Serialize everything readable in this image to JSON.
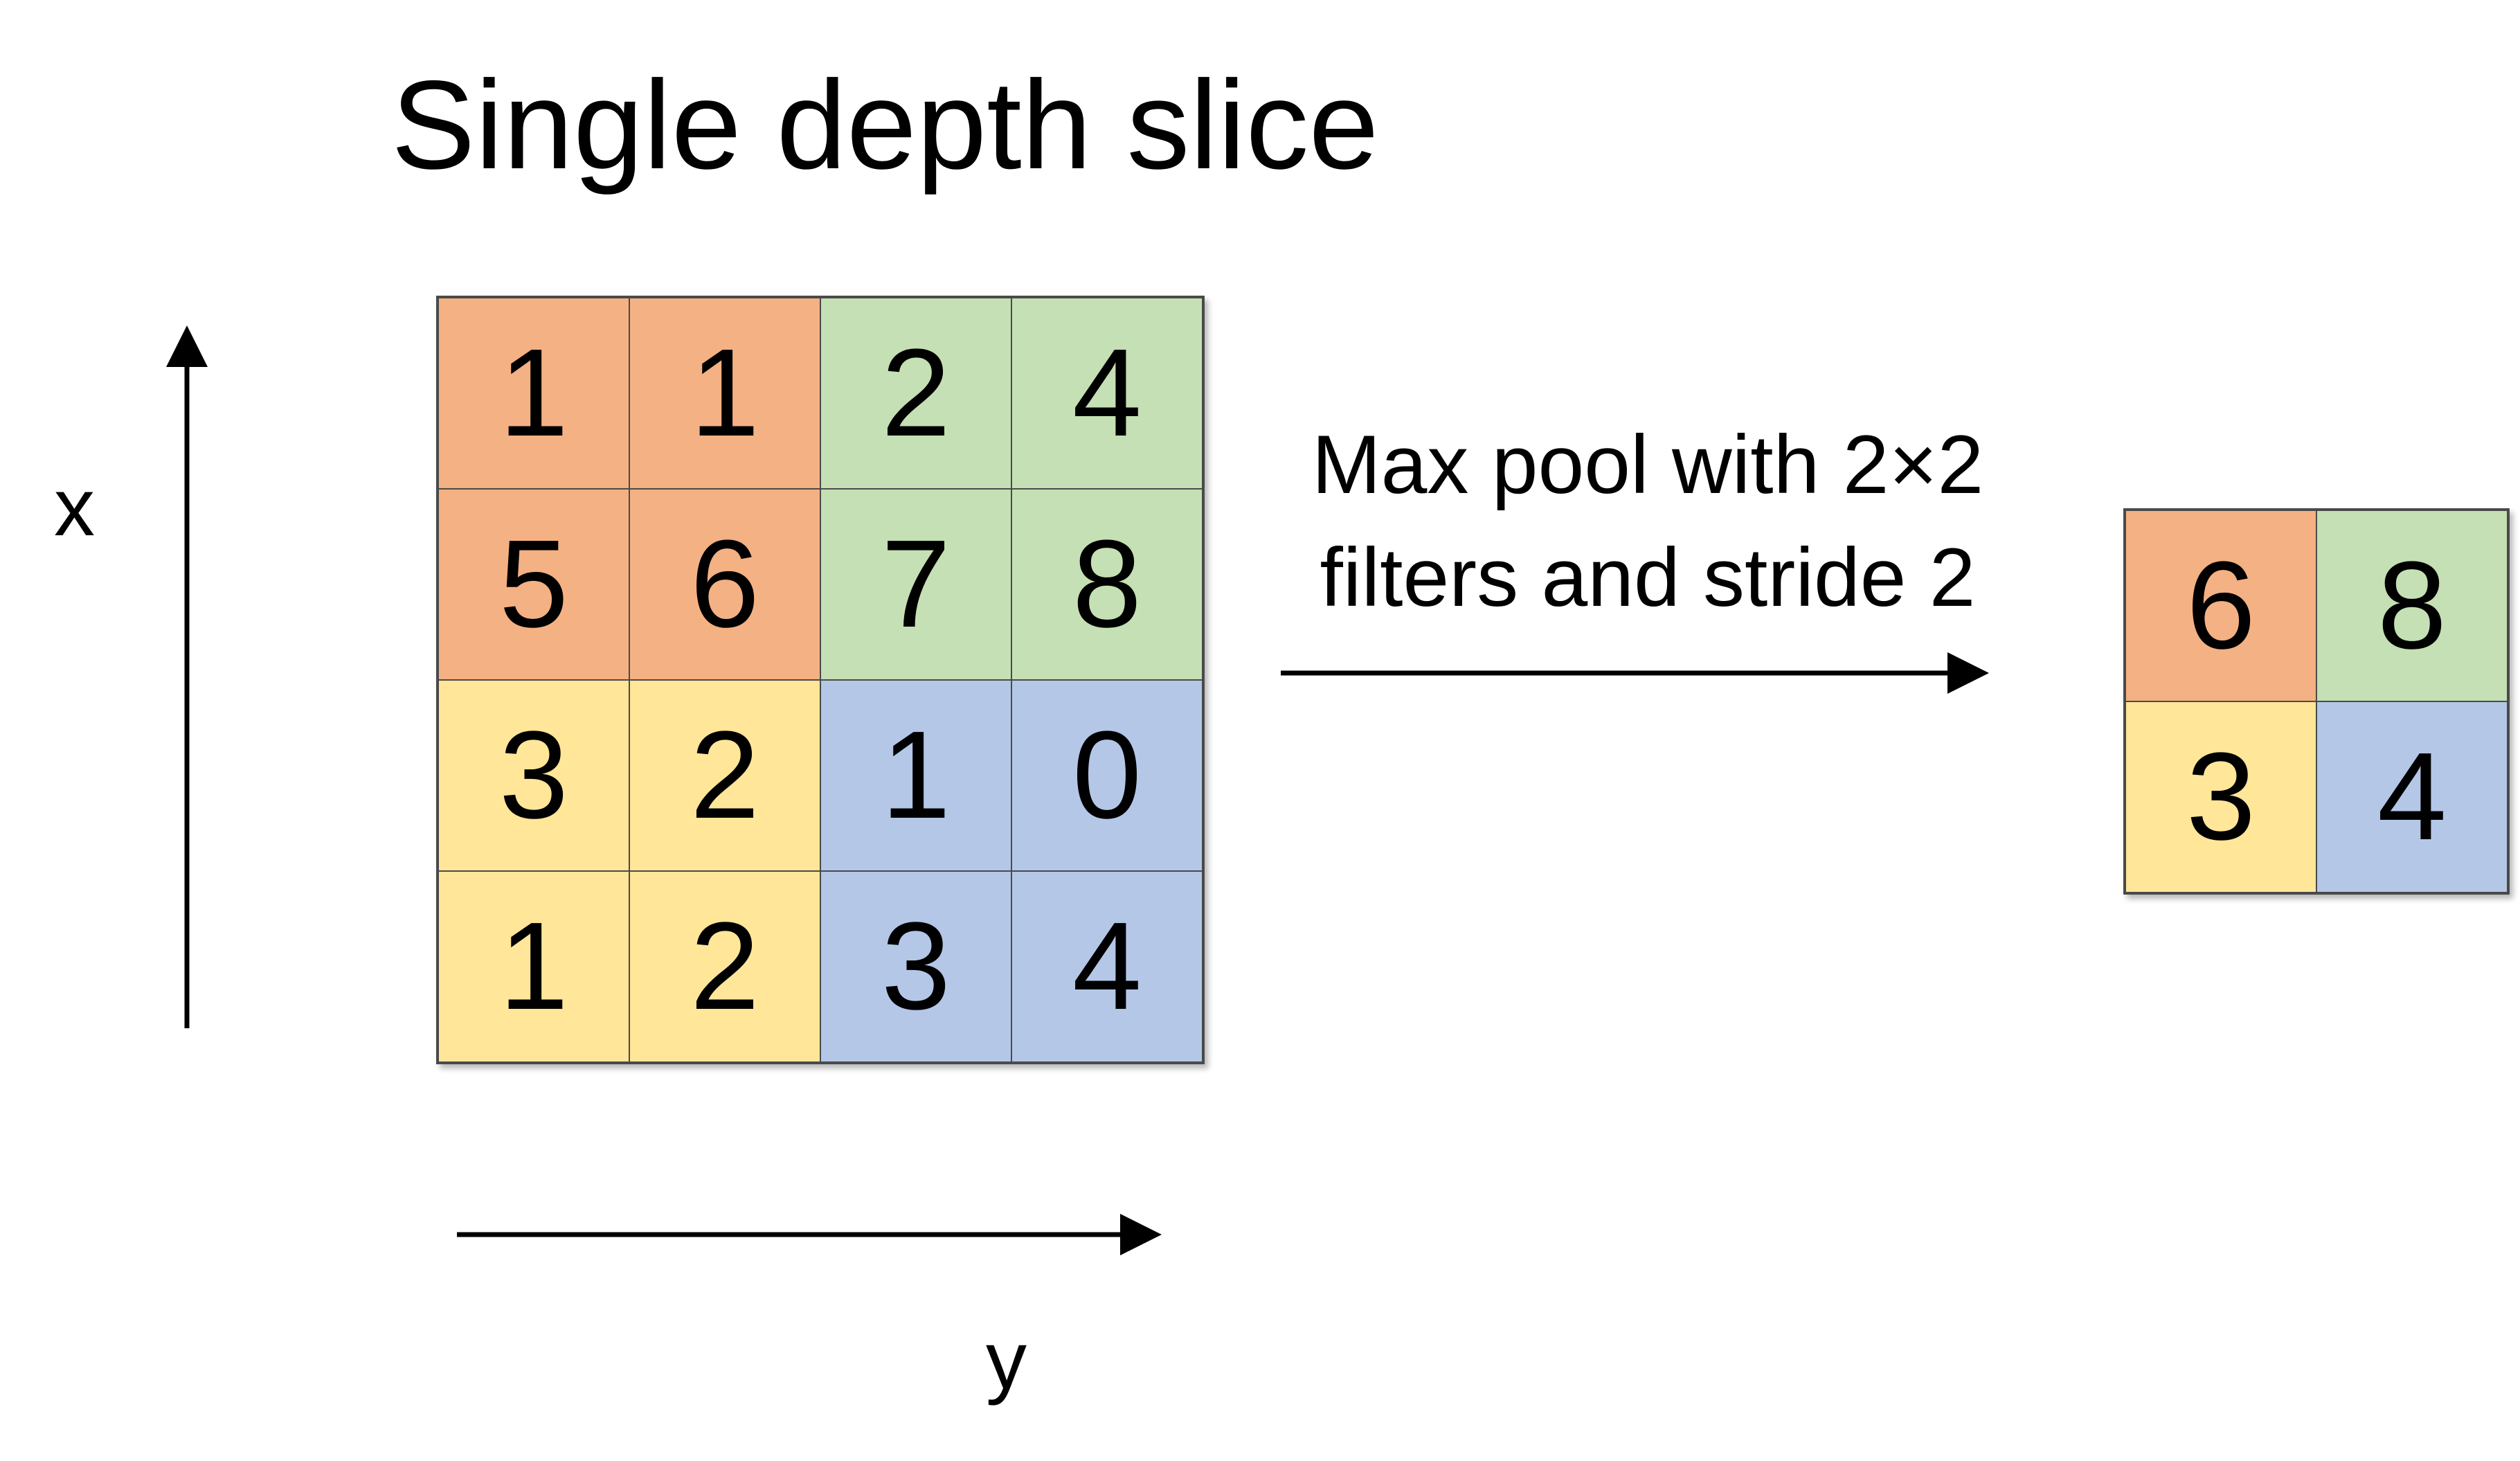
{
  "title": "Single depth slice",
  "axes": {
    "vertical_label": "x",
    "horizontal_label": "y"
  },
  "colors": {
    "orange": "#f4b183",
    "green": "#c5e0b4",
    "yellow": "#ffe699",
    "blue": "#b4c7e7"
  },
  "input_grid": [
    {
      "value": "1",
      "color": "orange"
    },
    {
      "value": "1",
      "color": "orange"
    },
    {
      "value": "2",
      "color": "green"
    },
    {
      "value": "4",
      "color": "green"
    },
    {
      "value": "5",
      "color": "orange"
    },
    {
      "value": "6",
      "color": "orange"
    },
    {
      "value": "7",
      "color": "green"
    },
    {
      "value": "8",
      "color": "green"
    },
    {
      "value": "3",
      "color": "yellow"
    },
    {
      "value": "2",
      "color": "yellow"
    },
    {
      "value": "1",
      "color": "blue"
    },
    {
      "value": "0",
      "color": "blue"
    },
    {
      "value": "1",
      "color": "yellow"
    },
    {
      "value": "2",
      "color": "yellow"
    },
    {
      "value": "3",
      "color": "blue"
    },
    {
      "value": "4",
      "color": "blue"
    }
  ],
  "operation": {
    "line1": "Max pool with 2×2",
    "line2": "filters and stride 2"
  },
  "output_grid": [
    {
      "value": "6",
      "color": "orange"
    },
    {
      "value": "8",
      "color": "green"
    },
    {
      "value": "3",
      "color": "yellow"
    },
    {
      "value": "4",
      "color": "blue"
    }
  ]
}
